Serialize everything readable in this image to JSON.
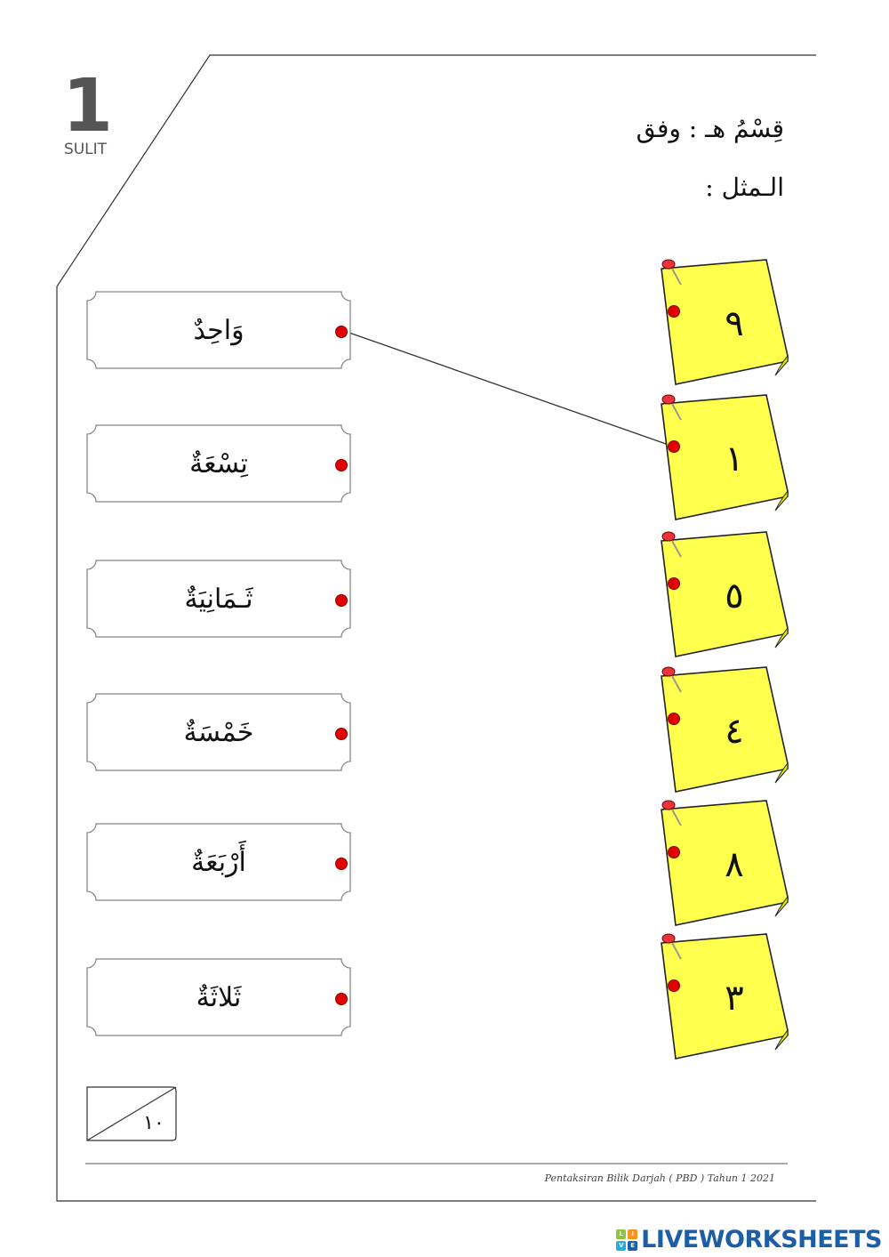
{
  "header": {
    "page_number": "1",
    "classification": "SULIT",
    "section_title": "قِسْمُ هـ : وفق",
    "example_label": "الـمثل :"
  },
  "words": [
    {
      "text": "وَاحِدٌ"
    },
    {
      "text": "تِسْعَةٌ"
    },
    {
      "text": "ثَـمَانِيَةٌ"
    },
    {
      "text": "خَمْسَةٌ"
    },
    {
      "text": "أَرْبَعَةٌ"
    },
    {
      "text": "ثَلاثَةٌ"
    }
  ],
  "numbers": [
    {
      "text": "٩"
    },
    {
      "text": "١"
    },
    {
      "text": "٥"
    },
    {
      "text": "٤"
    },
    {
      "text": "٨"
    },
    {
      "text": "٣"
    }
  ],
  "example_connection": {
    "word_index": 0,
    "number_index": 1
  },
  "score": {
    "total": "١٠"
  },
  "footer": {
    "text": "Pentaksiran Bilik Darjah ( PBD ) Tahun 1  2021"
  },
  "brand": {
    "name": "LIVEWORKSHEETS",
    "logo_letters": [
      "L",
      "I",
      "V",
      "E"
    ],
    "colors": [
      "#8cc63f",
      "#f7931e",
      "#29abe2",
      "#1d5fa7"
    ]
  },
  "colors": {
    "note_fill": "#ffff4d",
    "dot": "#e00000",
    "pin": "#e8343a"
  }
}
